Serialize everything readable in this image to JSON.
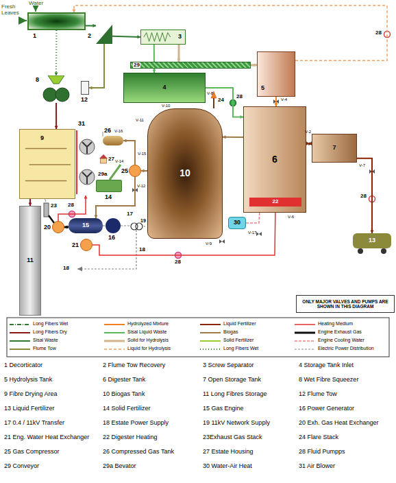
{
  "diagram": {
    "nodes": [
      {
        "text": [
          "1"
        ]
      },
      {
        "text": [
          "2"
        ]
      },
      {
        "text": [
          "3"
        ]
      },
      {
        "text": [
          "5"
        ]
      },
      {
        "text": [
          "29"
        ]
      },
      {
        "text": [
          "4"
        ]
      },
      {
        "text": [
          "12"
        ]
      },
      {
        "text": [
          "8"
        ]
      },
      {
        "text": [
          "9"
        ]
      },
      {
        "text": [
          "31"
        ]
      },
      {
        "text": [
          "10"
        ]
      },
      {
        "text": [
          "6"
        ]
      },
      {
        "text": [
          "22"
        ],
        "in": 11
      },
      {
        "text": [
          "7"
        ]
      },
      {
        "text": [
          "13"
        ]
      },
      {
        "text": [
          "11"
        ]
      },
      {
        "text": [
          "14"
        ]
      },
      {
        "text": [
          "15"
        ]
      },
      {
        "text": [
          "16"
        ]
      },
      {
        "text": [
          "20"
        ]
      },
      {
        "text": [
          "21"
        ]
      },
      {
        "text": [
          "25"
        ]
      },
      {
        "text": [
          "26"
        ]
      },
      {
        "text": [
          "30"
        ]
      },
      {
        "text": [
          "ONLY MAJOR VALVES AND PUMPS ARE SHOWN IN THIS DIAGRAM"
        ]
      }
    ],
    "edges": [
      {
        "from": 0,
        "to": 1,
        "arrow": "to"
      },
      {
        "from": 1,
        "to": 2,
        "arrow": "to"
      },
      {
        "from": 0,
        "to": 7,
        "arrow": "to"
      },
      {
        "from": 1,
        "to": 6,
        "arrow": "to"
      },
      {
        "from": 2,
        "to": 5,
        "arrow": "to"
      },
      {
        "from": 2,
        "to": 4,
        "arrow": "to"
      },
      {
        "from": 4,
        "to": 3,
        "arrow": "to"
      },
      {
        "from": 5,
        "to": 11,
        "arrow": "to"
      },
      {
        "from": 3,
        "to": 11,
        "arrow": "to"
      },
      {
        "from": 3,
        "to": 0,
        "arrow": "to"
      },
      {
        "from": 11,
        "to": 10,
        "arrow": "to"
      },
      {
        "from": 11,
        "to": 13,
        "arrow": "to"
      },
      {
        "from": 13,
        "to": 14,
        "arrow": "to"
      },
      {
        "from": 7,
        "to": 8,
        "arrow": "to"
      },
      {
        "from": 8,
        "to": 15,
        "arrow": "to"
      },
      {
        "from": 10,
        "to": 21,
        "arrow": "to"
      },
      {
        "from": 21,
        "to": 22,
        "arrow": "to"
      },
      {
        "from": 21,
        "to": 17,
        "arrow": "to"
      },
      {
        "from": 17,
        "to": 19,
        "arrow": "to"
      },
      {
        "from": 19,
        "to": 9,
        "arrow": "to"
      },
      {
        "from": 20,
        "to": 12,
        "arrow": "to"
      },
      {
        "from": 23,
        "to": 12,
        "arrow": "to"
      },
      {
        "from": 17,
        "to": 18,
        "arrow": "none"
      }
    ],
    "labels": [
      "Water",
      "Fresh Leaves",
      "23",
      "24",
      "17",
      "19",
      "18",
      "18",
      "27",
      "29a",
      "28",
      "28",
      "28",
      "28",
      "28",
      "V-4",
      "V-8",
      "V-10",
      "V-11",
      "V-12",
      "V-9",
      "V-6",
      "V-2",
      "V-7",
      "V-17",
      "V-14",
      "V-15",
      "V-16",
      "1 Decorticator",
      "2 Flume Tow Recovery",
      "3 Screw Separator",
      "4 Storage Tank Inlet",
      "5 Hydrolysis Tank",
      "6 Digester Tank",
      "7 Open Storage Tank",
      "8 Wet Fibre Squeezer",
      "9 Fibre Drying Area",
      "10 Biogas Tank",
      "11 Long Fibres Storage",
      "12 Flume Tow",
      "13 Liquid Fertilizer",
      "14 Solid Fertilizer",
      "15 Gas Engine",
      "16 Power Generator",
      "17 0.4 / 11kV Transfer",
      "18 Estate Power Supply",
      "19 11kV Network Supply",
      "20 Exh. Gas Heat Exchanger",
      "21 Eng. Water Heat Exchanger",
      "22 Digester Heating",
      "23Exhaust Gas Stack",
      "24 Flare Stack",
      "25 Gas Compressor",
      "26 Compressed Gas Tank",
      "27 Estate Housing",
      "28 Fluid Pumpps",
      "29 Conveyor",
      "29a Bevator",
      "30 Water-Air Heat",
      "31 Air Blower"
    ],
    "legend": [
      {
        "text": "Long Fibers Wet"
      },
      {
        "text": "Long Fibers Dry"
      },
      {
        "text": "Sisal Waste"
      },
      {
        "text": "Flume Tow"
      },
      {
        "text": "Hydrolyzed Mixture"
      },
      {
        "text": "Sisal Liquid Waste"
      },
      {
        "text": "Solid for Hydrolysis"
      },
      {
        "text": "Liquid for Hydrolysis"
      },
      {
        "text": "Liquid Fertilizer"
      },
      {
        "text": "Biogas"
      },
      {
        "text": "Solid Fertilizer"
      },
      {
        "text": "Long Fibers Wet"
      },
      {
        "text": "Heating Medium"
      },
      {
        "text": "Engine Exhaust Gas"
      },
      {
        "text": "Engine Cooling Water"
      },
      {
        "text": "Electric Power Distribution"
      }
    ]
  }
}
